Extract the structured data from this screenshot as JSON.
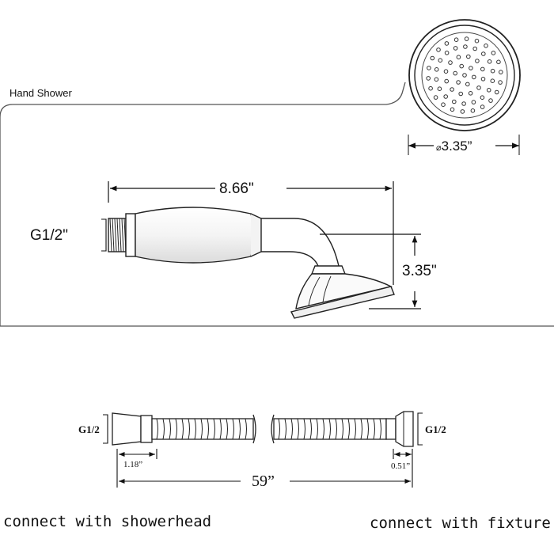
{
  "section_title": "Hand Shower",
  "head_face": {
    "diameter_symbol": "⌀",
    "diameter": "3.35”"
  },
  "hand_shower": {
    "length": "8.66\"",
    "thread": "G1/2\"",
    "head_height": "3.35\""
  },
  "hose": {
    "thread_left": "G1/2",
    "thread_right": "G1/2",
    "end_length_left": "1.18”",
    "end_length_right": "0.51”",
    "total_length": "59”",
    "caption_left": "connect with showerhead",
    "caption_right": "connect with fixture"
  }
}
